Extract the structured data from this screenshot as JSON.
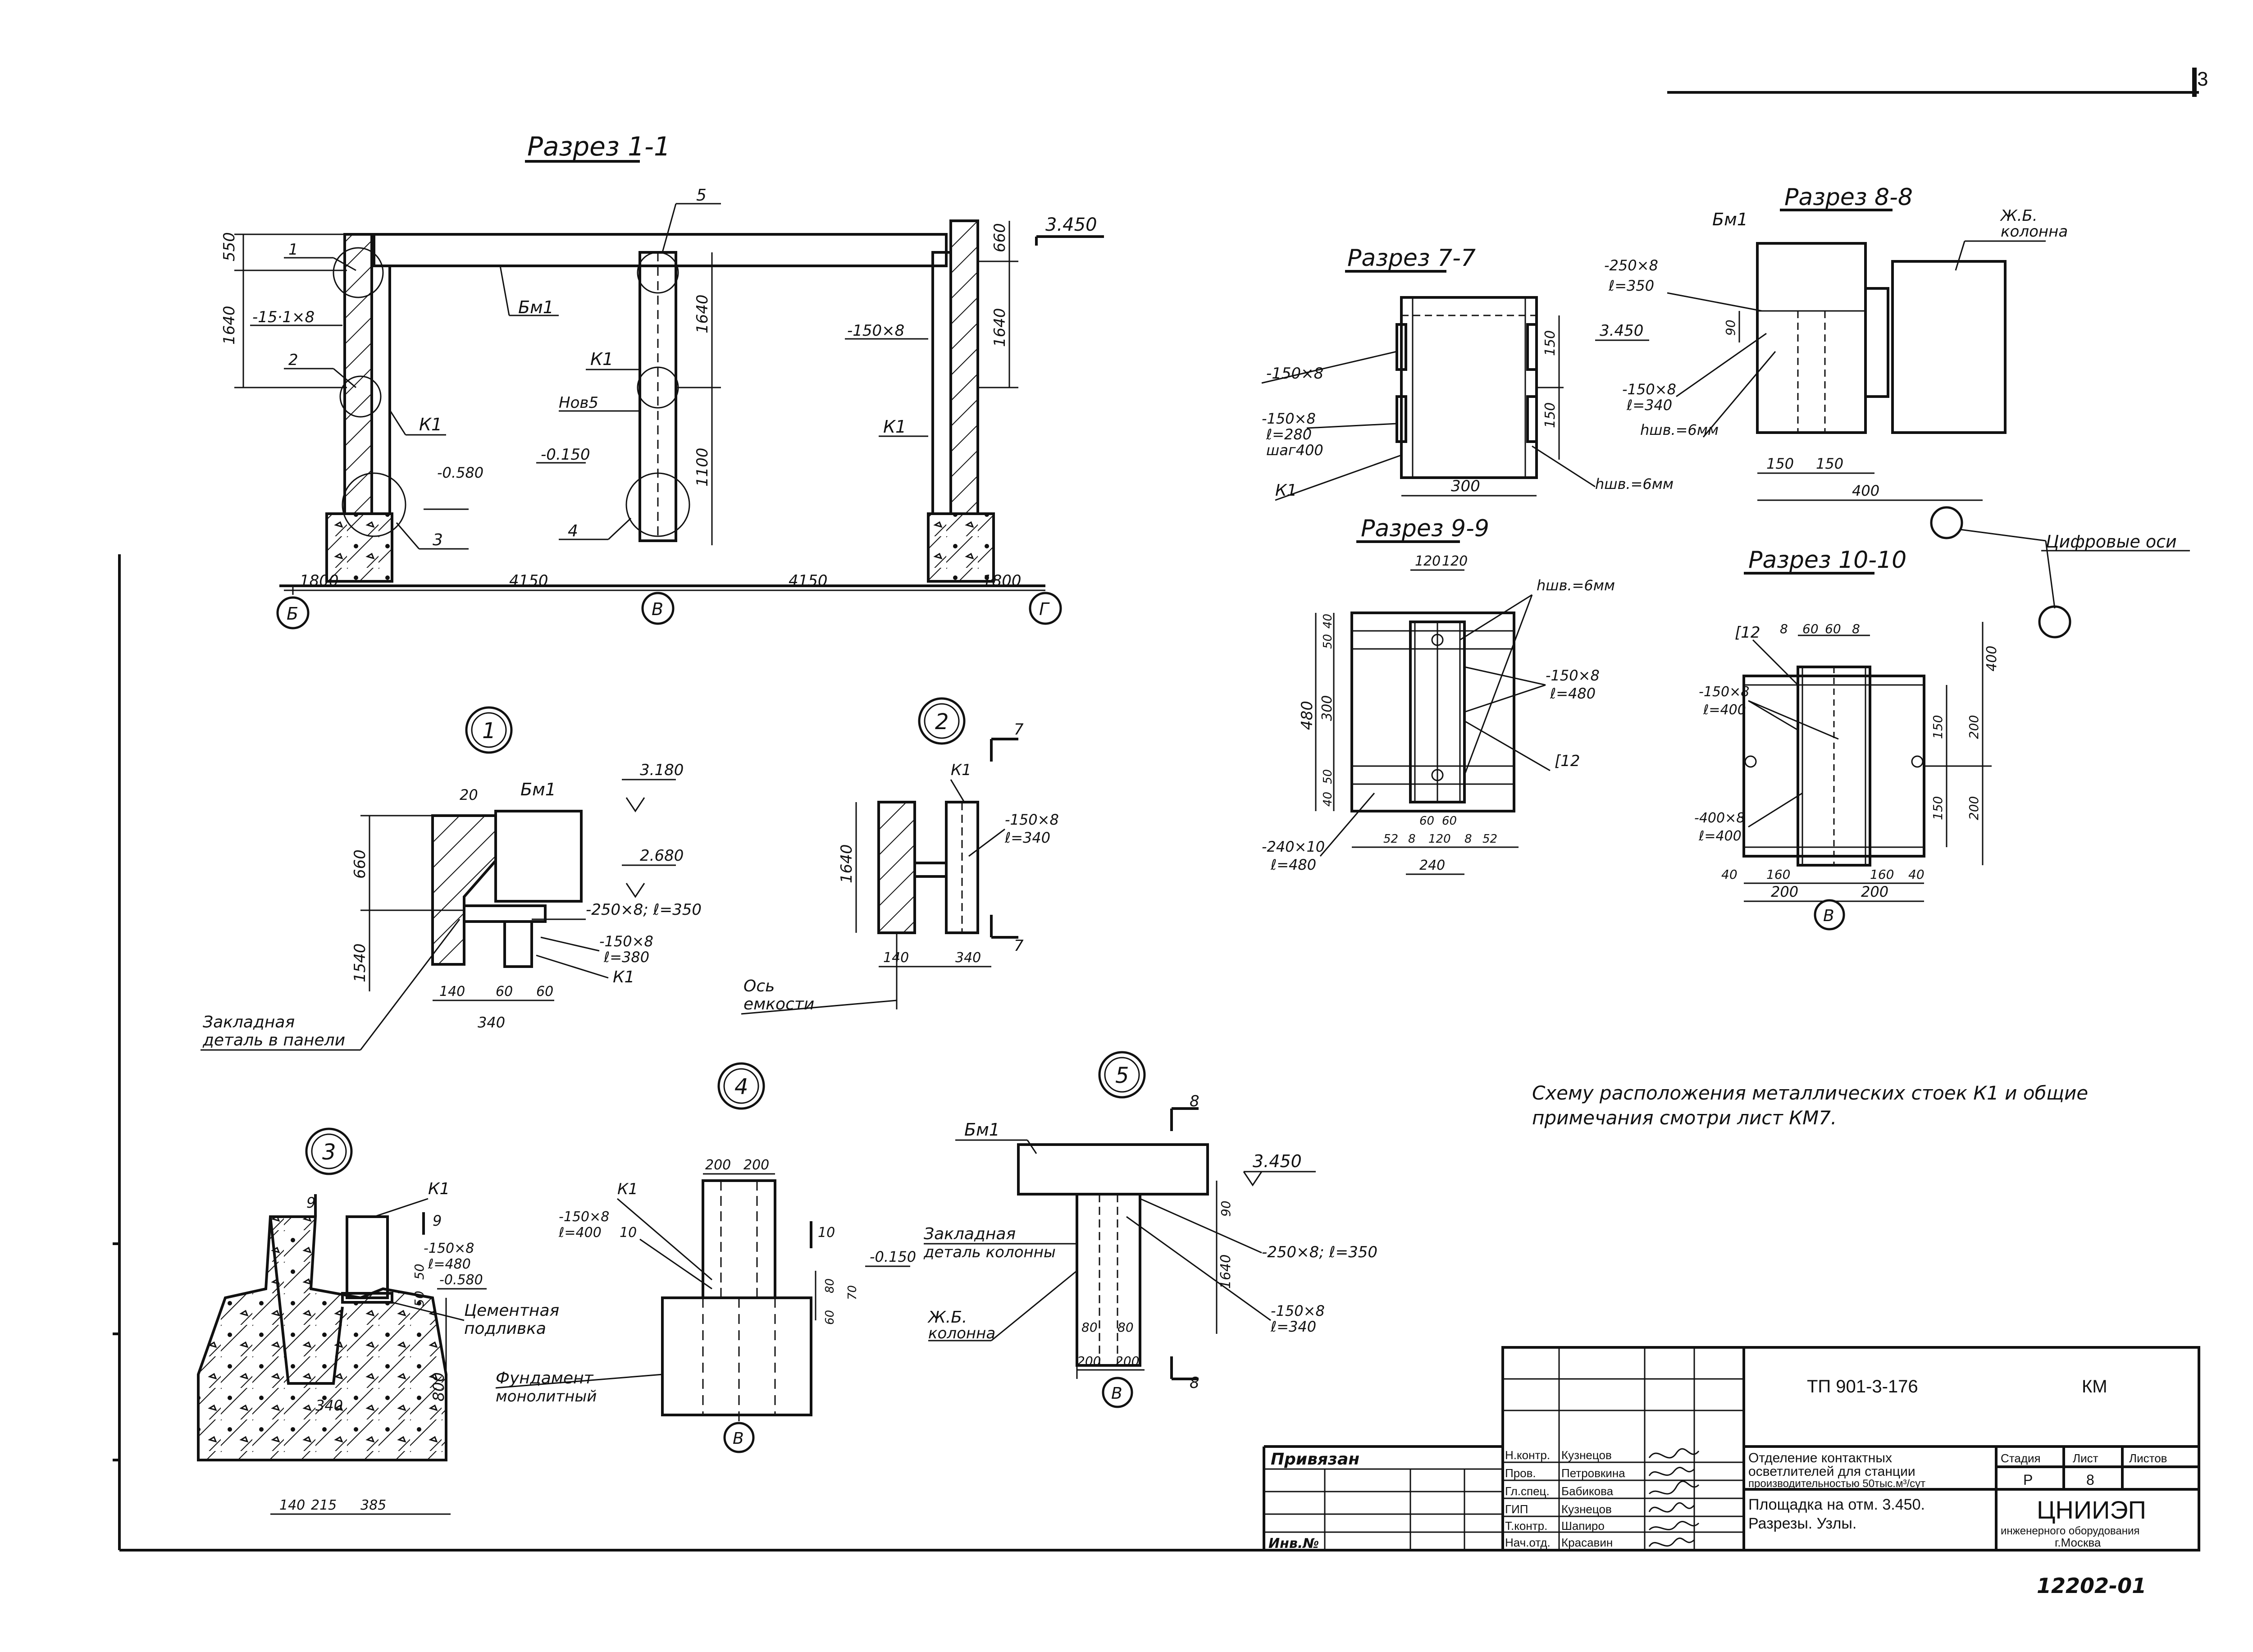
{
  "sheet": {
    "corner_number": "3",
    "doc_number": "12202-01",
    "general_note_line1": "Схему расположения металлических стоек К1 и общие",
    "general_note_line2": "примечания смотри лист КМ7."
  },
  "section_1_1": {
    "title": "Разрез 1-1",
    "elev_top": "3.450",
    "elev_ground": "-0.580",
    "elev_base": "-0.150",
    "beam": "Бм1",
    "plate_left": "-15·1×8",
    "plate_mid": "Нов5",
    "plate_right": "-150×8",
    "post": "К1",
    "callouts": [
      "1",
      "2",
      "3",
      "4",
      "5"
    ],
    "dims_vertical": [
      "550",
      "1640",
      "1640",
      "1100",
      "660",
      "1640"
    ],
    "dims_horizontal": [
      "1800",
      "4150",
      "4150",
      "1800"
    ],
    "axes": [
      "Б",
      "В",
      "Г"
    ]
  },
  "node_1": {
    "num": "1",
    "beam": "Бм1",
    "elev_top": "3.180",
    "elev_mid": "2.680",
    "dim_gap": "20",
    "dims_vertical": [
      "660",
      "1540"
    ],
    "plate_1": "-250×8; ℓ=350",
    "plate_2a": "-150×8",
    "plate_2b": "ℓ=380",
    "post": "К1",
    "dims_horizontal": [
      "140",
      "60",
      "60",
      "340"
    ],
    "embed_a": "Закладная",
    "embed_b": "деталь в панели"
  },
  "node_2": {
    "num": "2",
    "post": "К1",
    "cut": "7",
    "dim_vertical": "1640",
    "plate_a": "-150×8",
    "plate_b": "ℓ=340",
    "dims_horizontal": [
      "140",
      "340"
    ],
    "axis_a": "Ось",
    "axis_b": "емкости"
  },
  "node_3": {
    "num": "3",
    "post": "К1",
    "cut": "9",
    "plate_a": "-150×8",
    "plate_b": "ℓ=480",
    "elev": "-0.580",
    "grout_a": "Цементная",
    "grout_b": "подливка",
    "dims_vertical": [
      "50",
      "50",
      "800"
    ],
    "dim_340": "340",
    "dims_horizontal": [
      "140",
      "215",
      "385"
    ]
  },
  "node_4": {
    "num": "4",
    "post": "К1",
    "plate_a": "-150×8",
    "plate_b": "ℓ=400",
    "cut": "10",
    "elev": "-0.150",
    "dims_top": [
      "200",
      "200"
    ],
    "dims_vertical": [
      "80",
      "70",
      "60"
    ],
    "found_a": "Фундамент",
    "found_b": "монолитный",
    "axis": "В"
  },
  "node_5": {
    "num": "5",
    "beam": "Бм1",
    "cut": "8",
    "elev": "3.450",
    "embed_a": "Закладная",
    "embed_b": "деталь колонны",
    "col_a": "Ж.Б.",
    "col_b": "колонна",
    "plate_1": "-250×8; ℓ=350",
    "plate_2a": "-150×8",
    "plate_2b": "ℓ=340",
    "dims_vertical": [
      "90",
      "1640"
    ],
    "dims_horizontal": [
      "80",
      "80",
      "200",
      "200"
    ],
    "axis": "В"
  },
  "section_7_7": {
    "title": "Разрез 7-7",
    "plate_1": "-150×8",
    "plate_2a": "-150×8",
    "plate_2b": "ℓ=280",
    "plate_2c": "шаг400",
    "post": "К1",
    "weld": "hшв.=6мм",
    "dims_vertical": [
      "150",
      "150"
    ],
    "dim_horizontal": "300"
  },
  "section_8_8": {
    "title": "Разрез 8-8",
    "beam": "Бм1",
    "col_a": "Ж.Б.",
    "col_b": "колонна",
    "plate_1a": "-250×8",
    "plate_1b": "ℓ=350",
    "elev": "3.450",
    "dim_v": "90",
    "plate_2a": "-150×8",
    "plate_2b": "ℓ=340",
    "weld": "hшв.=6мм",
    "dims_horizontal": [
      "150",
      "150",
      "400"
    ]
  },
  "section_9_9": {
    "title": "Разрез 9-9",
    "weld": "hшв.=6мм",
    "dims_top": [
      "120",
      "120"
    ],
    "plate_a": "-150×8",
    "plate_b": "ℓ=480",
    "channel": "[12",
    "dims_vertical": [
      "40",
      "50",
      "300",
      "50",
      "40",
      "480"
    ],
    "plate_base_a": "-240×10",
    "plate_base_b": "ℓ=480",
    "dims_bottom": [
      "52",
      "8",
      "60",
      "60",
      "120",
      "8",
      "52",
      "240"
    ]
  },
  "section_10_10": {
    "title": "Разрез 10-10",
    "channel": "[12",
    "dims_top": [
      "8",
      "60",
      "60",
      "8"
    ],
    "plate_a": "-150×8",
    "plate_b": "ℓ=400",
    "plate_base_a": "-400×8",
    "plate_base_b": "ℓ=400",
    "dims_vertical": [
      "150",
      "150",
      "200",
      "200",
      "400"
    ],
    "dims_bottom": [
      "40",
      "160",
      "160",
      "40",
      "200",
      "200"
    ],
    "axis": "В"
  },
  "digital_axes_label": "Цифровые оси",
  "title_block": {
    "code": "ТП 901-3-176",
    "mark": "КМ",
    "bound": "Привязан",
    "inv": "Инв.№",
    "roles": [
      "Н.контр.",
      "Пров.",
      "Гл.спец.",
      "ГИП",
      "Т.контр.",
      "Нач.отд."
    ],
    "names": [
      "Кузнецов",
      "Петровкина",
      "Бабикова",
      "Кузнецов",
      "Шапиро",
      "Красавин"
    ],
    "project_1": "Отделение контактных",
    "project_2": "осветлителей для станции",
    "project_3": "производительностью 50тыс.м³/сут",
    "sheet_title_1": "Площадка на отм. 3.450.",
    "sheet_title_2": "Разрезы. Узлы.",
    "col_stage": "Стадия",
    "col_sheet": "Лист",
    "col_sheets": "Листов",
    "stage": "Р",
    "sheet_num": "8",
    "org_1": "ЦНИИЭП",
    "org_2": "инженерного оборудования",
    "org_3": "г.Москва"
  }
}
